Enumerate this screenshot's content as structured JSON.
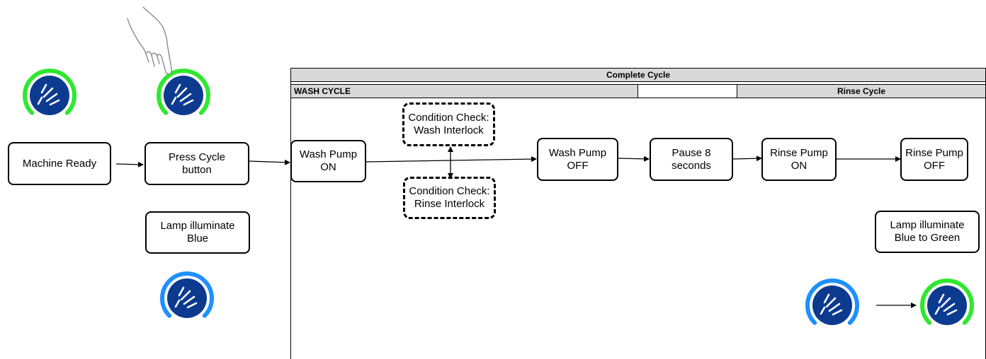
{
  "panel": {
    "complete_cycle_label": "Complete Cycle",
    "wash_cycle_label": "WASH CYCLE",
    "rinse_cycle_label": "Rinse Cycle"
  },
  "steps": {
    "machine_ready": "Machine Ready",
    "press_cycle_button": "Press Cycle\nbutton",
    "lamp_blue": "Lamp illuminate\nBlue",
    "wash_pump_on": "Wash Pump\nON",
    "condition_wash_interlock": "Condition Check:\nWash Interlock",
    "condition_rinse_interlock": "Condition Check:\nRinse Interlock",
    "wash_pump_off": "Wash Pump\nOFF",
    "pause": "Pause 8\nseconds",
    "rinse_pump_on": "Rinse Pump\nON",
    "rinse_pump_off": "Rinse Pump\nOFF",
    "lamp_blue_to_green": "Lamp illuminate\nBlue to Green"
  },
  "colors": {
    "knob_fill": "#0b3a8f",
    "ring_green": "#2ee82e",
    "ring_blue": "#1e90ff",
    "header_fill": "#d9d9d9"
  },
  "icons": {
    "cycle_knob": "spray-nozzle-icon",
    "pointer": "pointing-hand-icon"
  }
}
